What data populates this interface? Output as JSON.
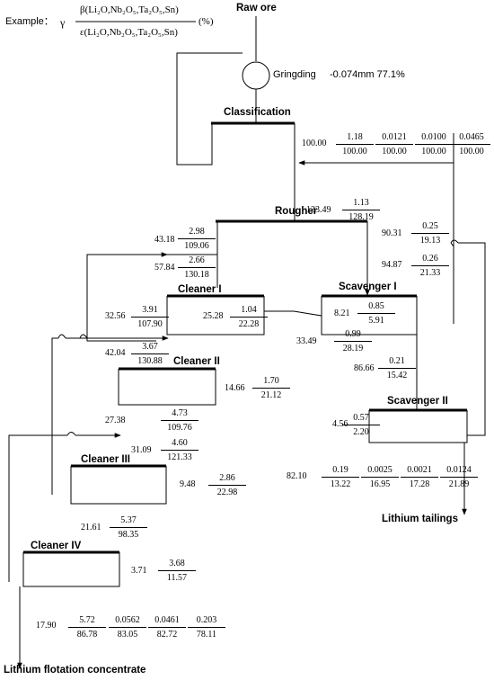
{
  "example": {
    "label": "Example：",
    "gamma": "γ",
    "beta": "β(Li₂O,Nb₂O₅,Ta₂O₅,Sn)",
    "epsilon": "ε(Li₂O,Nb₂O₅,Ta₂O₅,Sn)",
    "unit": "(%)"
  },
  "units": {
    "raw_ore": "Raw ore",
    "grinding": "Gringding",
    "grinding_spec": "-0.074mm 77.1%",
    "classification": "Classification",
    "rougher": "Rougher",
    "cleaner1": "Cleaner I",
    "cleaner2": "Cleaner II",
    "cleaner3": "Cleaner III",
    "cleaner4": "Cleaner IV",
    "scavenger1": "Scavenger I",
    "scavenger2": "Scavenger II"
  },
  "products": {
    "tailings": "Lithium tailings",
    "concentrate": "Lithium flotation concentrate"
  },
  "streams": {
    "feed": {
      "yield": "100.00",
      "beta": [
        "1.18",
        "0.0121",
        "0.0100",
        "0.0465"
      ],
      "eps": [
        "100.00",
        "100.00",
        "100.00",
        "100.00"
      ]
    },
    "rougher_feed": {
      "yield": "133.49",
      "beta": "1.13",
      "eps": "128.19"
    },
    "rougher_conc": {
      "yield": "43.18",
      "beta": "2.98",
      "eps": "109.06"
    },
    "c1_feed": {
      "yield": "57.84",
      "beta": "2.66",
      "eps": "130.18"
    },
    "return_s1": {
      "yield": "90.31",
      "beta": "0.25",
      "eps": "19.13"
    },
    "rougher_tail": {
      "yield": "94.87",
      "beta": "0.26",
      "eps": "21.33"
    },
    "c1_conc": {
      "yield": "32.56",
      "beta": "3.91",
      "eps": "107.90"
    },
    "c1_tail": {
      "yield": "25.28",
      "beta": "1.04",
      "eps": "22.28"
    },
    "s1_conc": {
      "yield": "8.21",
      "beta": "0.85",
      "eps": "5.91"
    },
    "s2_conc_return": {
      "yield": "33.49",
      "beta": "0.99",
      "eps": "28.19"
    },
    "s1_tail": {
      "yield": "86.66",
      "beta": "0.21",
      "eps": "15.42"
    },
    "c2_feed": {
      "yield": "42.04",
      "beta": "3.67",
      "eps": "130.88"
    },
    "c2_tail": {
      "yield": "14.66",
      "beta": "1.70",
      "eps": "21.12"
    },
    "c2_conc": {
      "yield": "27.38",
      "beta": "4.73",
      "eps": "109.76"
    },
    "c3_feed": {
      "yield": "31.09",
      "beta": "4.60",
      "eps": "121.33"
    },
    "c3_tail": {
      "yield": "9.48",
      "beta": "2.86",
      "eps": "22.98"
    },
    "s2_conc": {
      "yield": "4.56",
      "beta": "0.57",
      "eps": "2.20"
    },
    "tailings": {
      "yield": "82.10",
      "beta": [
        "0.19",
        "0.0025",
        "0.0021",
        "0.0124"
      ],
      "eps": [
        "13.22",
        "16.95",
        "17.28",
        "21.89"
      ]
    },
    "c3_conc": {
      "yield": "21.61",
      "beta": "5.37",
      "eps": "98.35"
    },
    "c4_tail": {
      "yield": "3.71",
      "beta": "3.68",
      "eps": "11.57"
    },
    "concentrate": {
      "yield": "17.90",
      "beta": [
        "5.72",
        "0.0562",
        "0.0461",
        "0.203"
      ],
      "eps": [
        "86.78",
        "83.05",
        "82.72",
        "78.11"
      ]
    }
  }
}
